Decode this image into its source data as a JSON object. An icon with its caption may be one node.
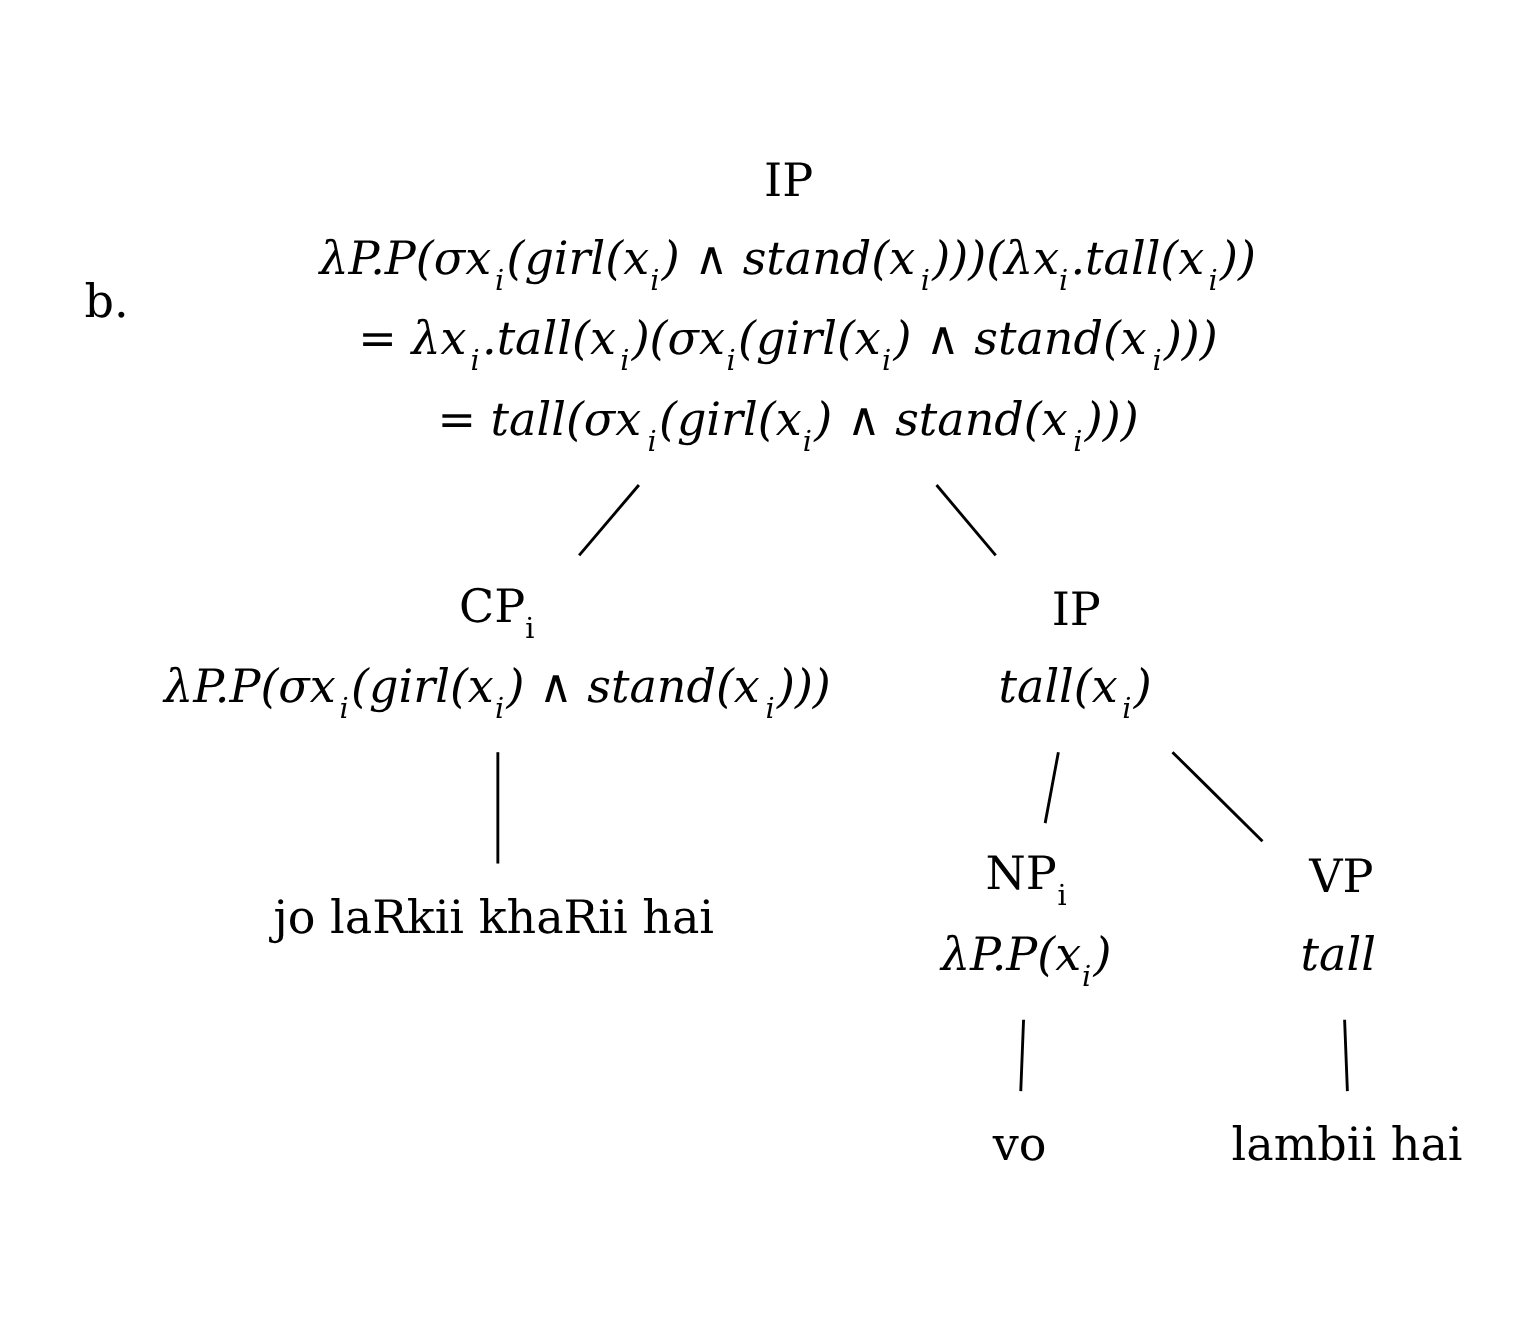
{
  "diagram": {
    "nodes": [
      {
        "text": [
          "IP",
          "λP.P(σx$_{i}$(girl(x$_{i}$) ∧ stand(x$_{i}$)))(λx$_{i}$.tall(x$_{i}$))",
          "= λx$_{i}$.tall(x$_{i}$)(σx$_{i}$(girl(x$_{i}$) ∧ stand(x$_{i}$)))",
          "= tall(σx$_{i}$(girl(x$_{i}$) ∧ stand(x$_{i}$)))"
        ]
      },
      {
        "text": [
          "CP$_{i}$",
          "λP.P(σx$_{i}$(girl(x$_{i}$) ∧ stand(x$_{i}$)))"
        ]
      },
      {
        "text": [
          "jo laRkii khaRii hai"
        ]
      },
      {
        "text": [
          "IP",
          "tall(x$_{i}$)"
        ]
      },
      {
        "text": [
          "NP$_{i}$",
          "λP.P(x$_{i}$)"
        ]
      },
      {
        "text": [
          "vo"
        ]
      },
      {
        "text": [
          "VP",
          "tall"
        ]
      },
      {
        "text": [
          "lambii hai"
        ]
      }
    ],
    "edges": [
      {
        "from": 0,
        "to": 1,
        "arrow": "none"
      },
      {
        "from": 0,
        "to": 3,
        "arrow": "none"
      },
      {
        "from": 1,
        "to": 2,
        "arrow": "none"
      },
      {
        "from": 3,
        "to": 4,
        "arrow": "none"
      },
      {
        "from": 3,
        "to": 6,
        "arrow": "none"
      },
      {
        "from": 4,
        "to": 5,
        "arrow": "none"
      },
      {
        "from": 6,
        "to": 7,
        "arrow": "none"
      }
    ],
    "labels": [
      "b."
    ]
  }
}
